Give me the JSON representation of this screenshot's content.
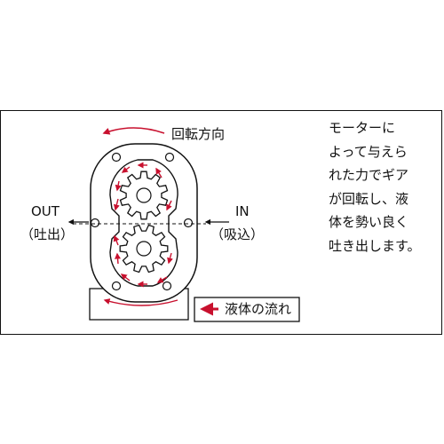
{
  "labels": {
    "rotation_direction": "回転方向",
    "out": "OUT",
    "out_sub": "（吐出）",
    "in": "IN",
    "in_sub": "（吸込）",
    "flow_legend": "液体の流れ"
  },
  "description": {
    "lines": [
      "モーターに",
      "よって与えら",
      "れた力でギア",
      "が回転し、液",
      "体を勢い良く",
      "吐き出します。"
    ]
  },
  "colors": {
    "flow_arrow": "#c8102e",
    "line": "#111111"
  },
  "icons": {
    "legend_arrow": "left-arrow-icon"
  }
}
